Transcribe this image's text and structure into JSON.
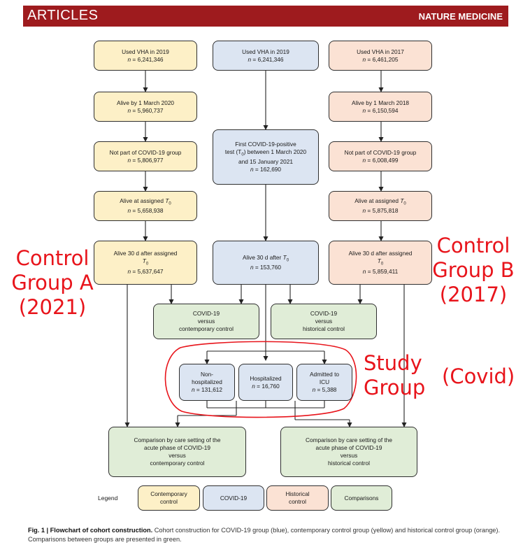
{
  "header": {
    "section": "ARTICLES",
    "journal": "NATURE MEDICINE"
  },
  "boxes": {
    "a1": {
      "title": "Used VHA in 2019",
      "n": "6,241,346"
    },
    "a2": {
      "title": "Alive by 1 March 2020",
      "n": "5,960,737"
    },
    "a3": {
      "title": "Not part of COVID-19 group",
      "n": "5,806,977"
    },
    "a4": {
      "title": "Alive at assigned",
      "n": "5,658,938"
    },
    "a5": {
      "title": "Alive 30 d after assigned",
      "n": "5,637,647"
    },
    "b1": {
      "title": "Used VHA in 2019",
      "n": "6,241,346"
    },
    "b2": {
      "line1": "First COVID-19-positive",
      "line2a": "test (T",
      "line2b": ") between 1 March 2020",
      "line3": "and 15 January 2021",
      "n": "162,690"
    },
    "b5": {
      "title": "Alive 30 d after",
      "n": "153,760"
    },
    "c1": {
      "title": "Used VHA in 2017",
      "n": "6,461,205"
    },
    "c2": {
      "title": "Alive by 1 March 2018",
      "n": "6,150,594"
    },
    "c3": {
      "title": "Not part of COVID-19 group",
      "n": "6,008,499"
    },
    "c4": {
      "title": "Alive at assigned",
      "n": "5,875,818"
    },
    "c5": {
      "title": "Alive 30 d after assigned",
      "n": "5,859,411"
    },
    "cmp1": {
      "line1": "COVID-19",
      "line2": "versus",
      "line3": "contemporary control"
    },
    "cmp2": {
      "line1": "COVID-19",
      "line2": "versus",
      "line3": "historical control"
    },
    "s1": {
      "line1": "Non-",
      "line2": "hospitalized",
      "n": "131,612"
    },
    "s2": {
      "line1": "Hospitalized",
      "n": "16,760"
    },
    "s3": {
      "line1": "Admitted to",
      "line2": "ICU",
      "n": "5,388"
    },
    "f1": {
      "line1": "Comparison by care setting of the",
      "line2": "acute phase of COVID-19",
      "line3": "versus",
      "line4": "contemporary control"
    },
    "f2": {
      "line1": "Comparison by care setting of the",
      "line2": "acute phase of COVID-19",
      "line3": "versus",
      "line4": "historical control"
    }
  },
  "symbols": {
    "n": "n",
    "eq": " = ",
    "T": "T",
    "sub": "0"
  },
  "legend": {
    "label": "Legend",
    "contemporary": {
      "line1": "Contemporary",
      "line2": "control"
    },
    "covid": "COVID-19",
    "historical": {
      "line1": "Historical",
      "line2": "control"
    },
    "comparisons": "Comparisons"
  },
  "colors": {
    "yellow": "#fdf0c7",
    "blue": "#dce5f2",
    "orange": "#fbe2d4",
    "green": "#e0edd7",
    "annotation": "#e8141b",
    "banner": "#9e1b1e"
  },
  "annotations": {
    "control_a": "Control\nGroup A\n(2021)",
    "control_b": "Control\nGroup B\n(2017)",
    "study": "Study\nGroup",
    "covid": "(Covid)"
  },
  "caption": {
    "label": "Fig. 1 | Flowchart of cohort construction.",
    "text": " Cohort construction for COVID-19 group (blue), contemporary control group (yellow) and historical control group (orange). Comparisons between groups are presented in green."
  }
}
